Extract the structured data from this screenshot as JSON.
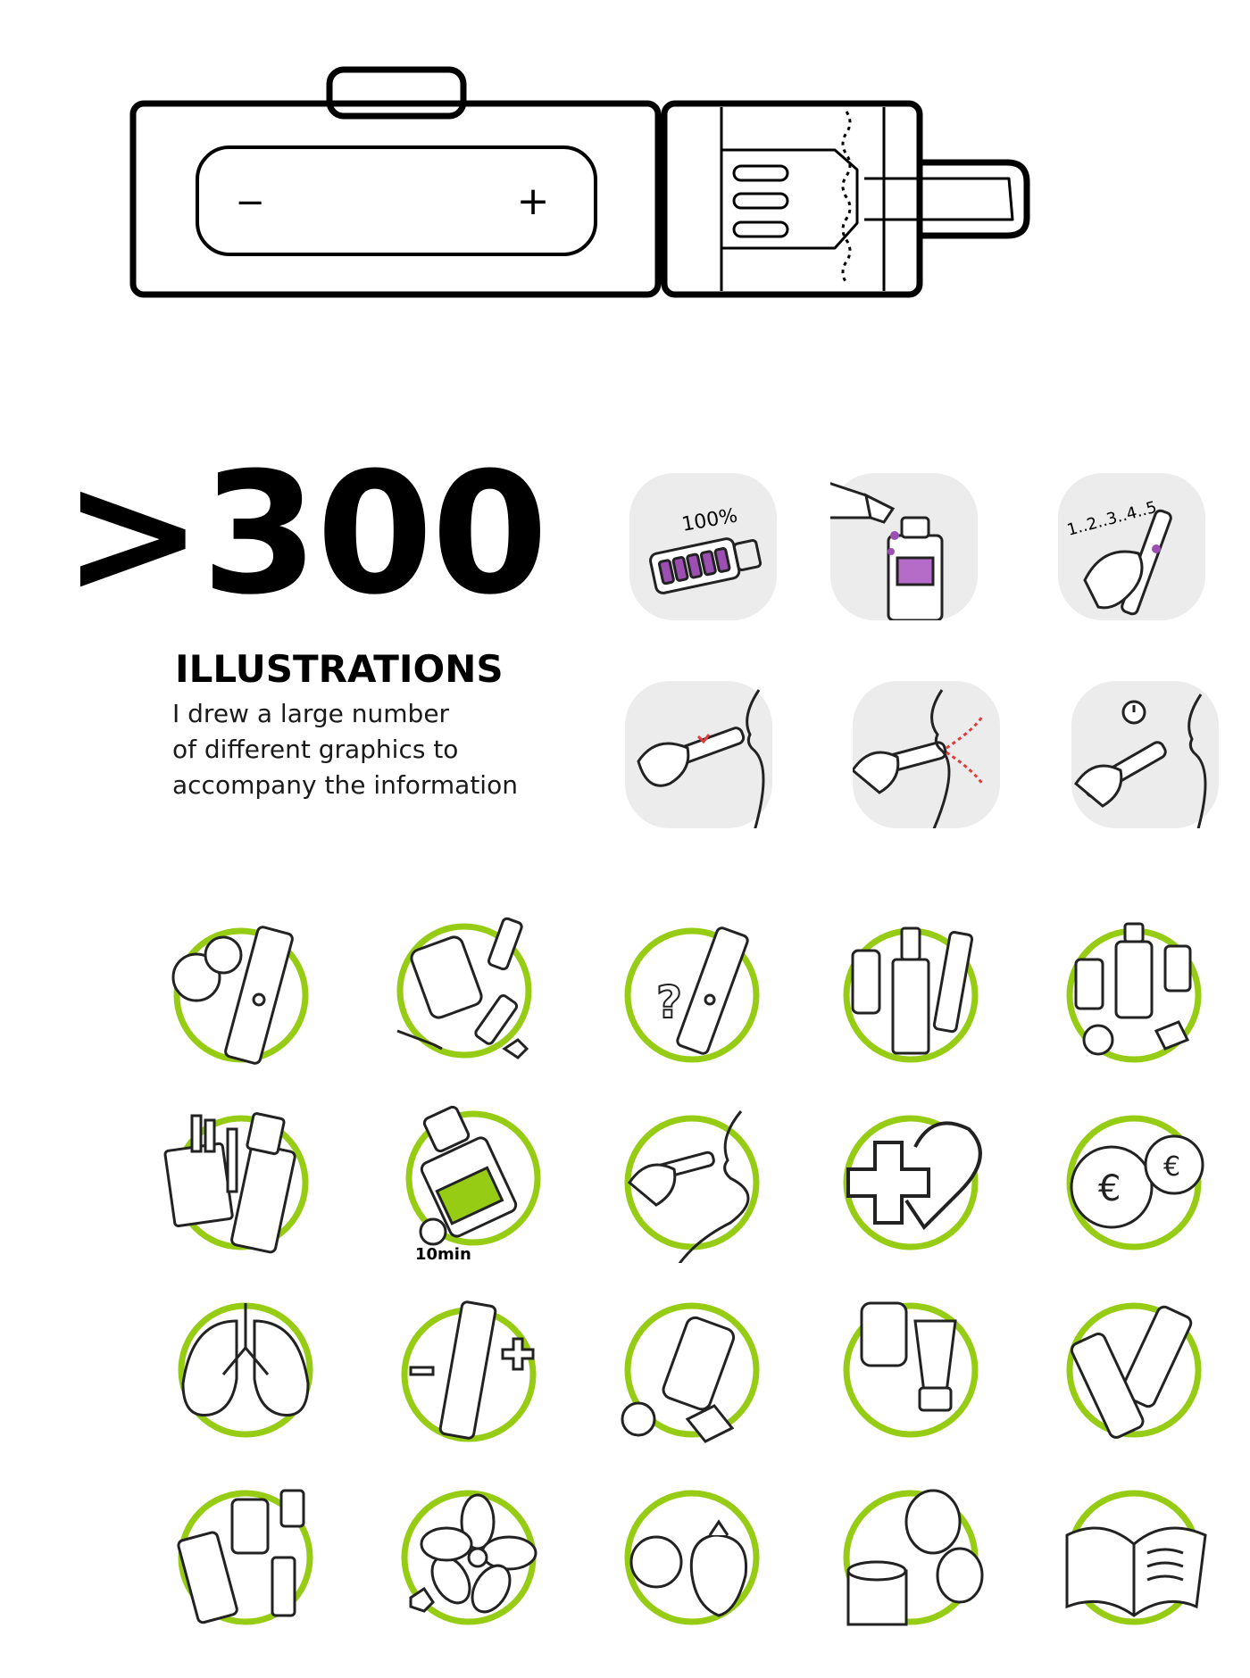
{
  "headline": {
    "number": ">300",
    "title": "ILLUSTRATIONS",
    "description": [
      "I drew a large number",
      "of different graphics to",
      "accompany the information"
    ]
  },
  "device_diagram": {
    "minus_symbol": "−",
    "plus_symbol": "+"
  },
  "feature_tiles": [
    {
      "name": "battery-charge",
      "label": "100%"
    },
    {
      "name": "refill-liquid",
      "label": ""
    },
    {
      "name": "button-press-count",
      "label": "1..2..3..4..5"
    },
    {
      "name": "mouth-inhale",
      "label": ""
    },
    {
      "name": "lung-inhale",
      "label": ""
    },
    {
      "name": "wait-inhale",
      "label": ""
    }
  ],
  "icons": [
    {
      "name": "price-ecig"
    },
    {
      "name": "liquid-flavors"
    },
    {
      "name": "help-ecig"
    },
    {
      "name": "device-types"
    },
    {
      "name": "liquid-bottles"
    },
    {
      "name": "cigarette-vs-ecig"
    },
    {
      "name": "tank-soak",
      "label": "10min"
    },
    {
      "name": "vaping-person"
    },
    {
      "name": "health"
    },
    {
      "name": "coins"
    },
    {
      "name": "lungs"
    },
    {
      "name": "adjust-power"
    },
    {
      "name": "fruit-flavor"
    },
    {
      "name": "drip-tips"
    },
    {
      "name": "batteries"
    },
    {
      "name": "starter-kit"
    },
    {
      "name": "flower-flavor"
    },
    {
      "name": "berry-flavor"
    },
    {
      "name": "glass-tanks"
    },
    {
      "name": "manual-book"
    }
  ],
  "colors": {
    "accent_green": "#96cc14",
    "tile_gray": "#ececec",
    "accent_purple": "#9b4fb0",
    "accent_red": "#e23b3b"
  }
}
